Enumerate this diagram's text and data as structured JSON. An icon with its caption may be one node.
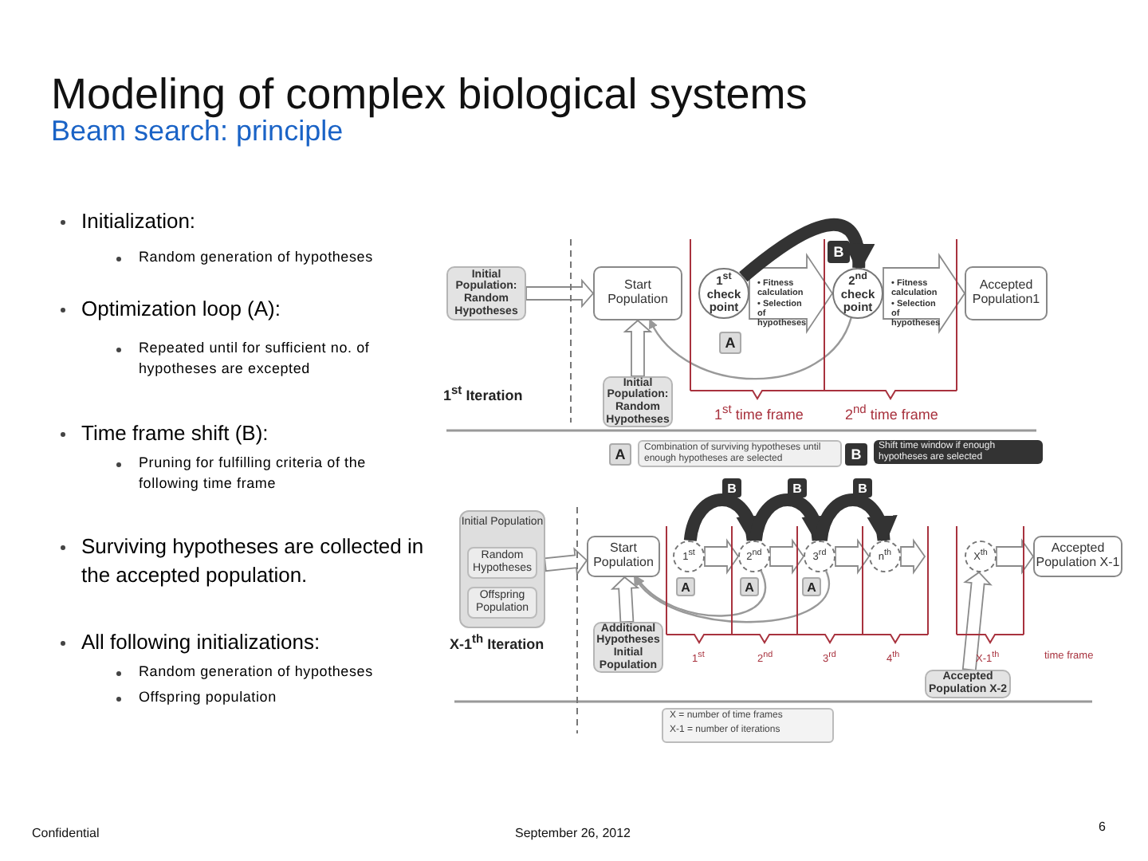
{
  "diagram": {
    "title": "Modeling of complex biological systems",
    "nodes": [
      {
        "text": [
          "Initial Population: Random Hypotheses"
        ]
      },
      {
        "text": [
          "Start Population"
        ]
      },
      {
        "text": [
          "1$^{st}$ check point"
        ],
        "beside": [
          "• Fitness calculation • Selection of hypotheses"
        ]
      },
      {
        "text": [
          "2$^{nd}$ check point"
        ],
        "beside": [
          "• Fitness calculation • Selection of hypotheses"
        ]
      },
      {
        "text": [
          "Accepted Population1"
        ]
      },
      {
        "text": [
          "Initial Population: Random Hypotheses"
        ]
      },
      {
        "text": [
          "Initial Population"
        ]
      },
      {
        "text": [
          "Random Hypotheses"
        ],
        "in": 6
      },
      {
        "text": [
          "Offspring Population"
        ],
        "in": 6
      },
      {
        "text": [
          "Start Population"
        ]
      },
      {
        "text": [
          "1$^{st}$"
        ]
      },
      {
        "text": [
          "2$^{nd}$"
        ]
      },
      {
        "text": [
          "3$^{rd}$"
        ]
      },
      {
        "text": [
          "n$^{th}$"
        ]
      },
      {
        "text": [
          "X$^{th}$"
        ]
      },
      {
        "text": [
          "Accepted Population X-1"
        ]
      },
      {
        "text": [
          "Additional Hypotheses Initial Population"
        ]
      },
      {
        "text": [
          "Accepted Population X-2"
        ]
      }
    ],
    "edges": [
      {
        "from": 0,
        "to": 1,
        "arrow": "to"
      },
      {
        "from": 5,
        "to": 1,
        "arrow": "to"
      },
      {
        "from": 2,
        "to": 3,
        "arrow": "to"
      },
      {
        "from": 3,
        "to": 4,
        "arrow": "to"
      },
      {
        "from": 3,
        "to": 1,
        "arrow": "to",
        "color": "#999999"
      },
      {
        "from": 6,
        "to": 9,
        "arrow": "to"
      },
      {
        "from": 16,
        "to": 9,
        "arrow": "to"
      },
      {
        "from": 10,
        "to": 11,
        "arrow": "to"
      },
      {
        "from": 11,
        "to": 12,
        "arrow": "to"
      },
      {
        "from": 12,
        "to": 13,
        "arrow": "to"
      },
      {
        "from": 13,
        "to": null,
        "arrow": "to"
      },
      {
        "from": 14,
        "to": 15,
        "arrow": "to"
      },
      {
        "from": 17,
        "to": 14,
        "arrow": "to"
      },
      {
        "from": 11,
        "to": 9,
        "arrow": "to",
        "color": "#999999"
      },
      {
        "from": 12,
        "to": 9,
        "arrow": "to",
        "color": "#999999"
      },
      {
        "from": 2,
        "to": 3,
        "arrow": "to",
        "color": "#333333"
      },
      {
        "from": 10,
        "to": 11,
        "arrow": "to",
        "color": "#333333"
      },
      {
        "from": 11,
        "to": 12,
        "arrow": "to",
        "color": "#333333"
      },
      {
        "from": 12,
        "to": 13,
        "arrow": "to",
        "color": "#333333"
      }
    ],
    "labels": [
      "Beam search: principle",
      "Initialization:",
      "Random generation of hypotheses",
      "Optimization loop (A):",
      "Repeated until for sufficient no. of hypotheses are excepted",
      "Time frame shift (B):",
      "Pruning for fulfilling criteria of the following time frame",
      "Surviving hypotheses are collected in the accepted population.",
      "All following initializations:",
      "Random generation of hypotheses",
      "Offspring population",
      "1$^{st}$ Iteration",
      "1$^{st}$ time frame",
      "2$^{nd}$ time frame",
      "A",
      "Combination of surviving hypotheses until enough hypotheses are selected",
      "B",
      "Shift time window if enough hypotheses are selected",
      "B",
      "B",
      "B",
      "A",
      "A",
      "A",
      "X-1$^{th}$ Iteration",
      "1$^{st}$",
      "2$^{nd}$",
      "3$^{rd}$",
      "4$^{th}$",
      "X-1$^{th}$",
      "time frame",
      "X = number of time frames",
      "X-1 = number of iterations",
      "Confidential",
      "September 26, 2012",
      "6",
      "A",
      "B"
    ]
  }
}
